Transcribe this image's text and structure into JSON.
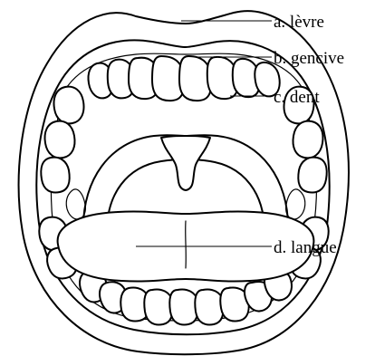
{
  "labels": {
    "a": "a. lèvre",
    "b": "b. gencive",
    "c": "c. dent",
    "d": "d. langue"
  }
}
